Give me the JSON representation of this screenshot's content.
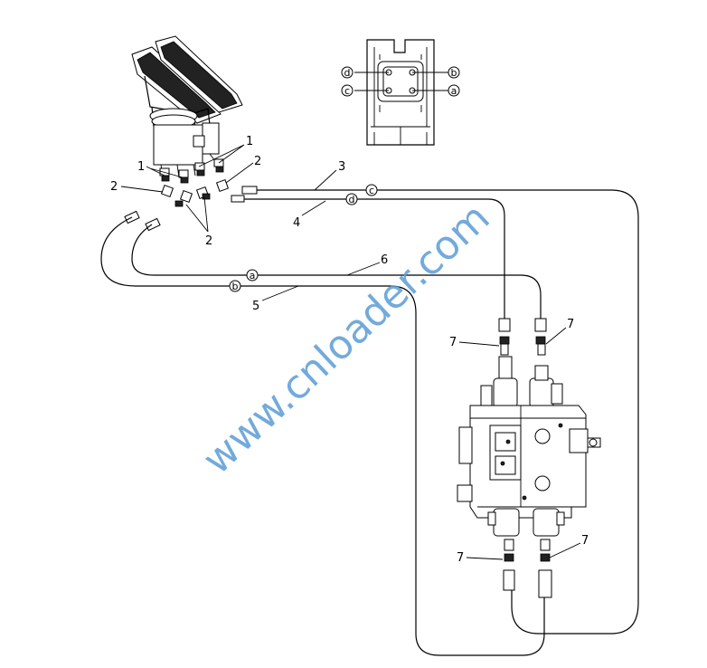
{
  "callouts": {
    "n1": "1",
    "n2": "2",
    "n3": "3",
    "n4": "4",
    "n5": "5",
    "n6": "6",
    "n7": "7"
  },
  "port_letters": {
    "a": "a",
    "b": "b",
    "c": "c",
    "d": "d"
  },
  "watermark": "www.cnloader.com",
  "colors": {
    "line": "#000000",
    "watermark": "#5b9bd5",
    "background": "#ffffff"
  }
}
